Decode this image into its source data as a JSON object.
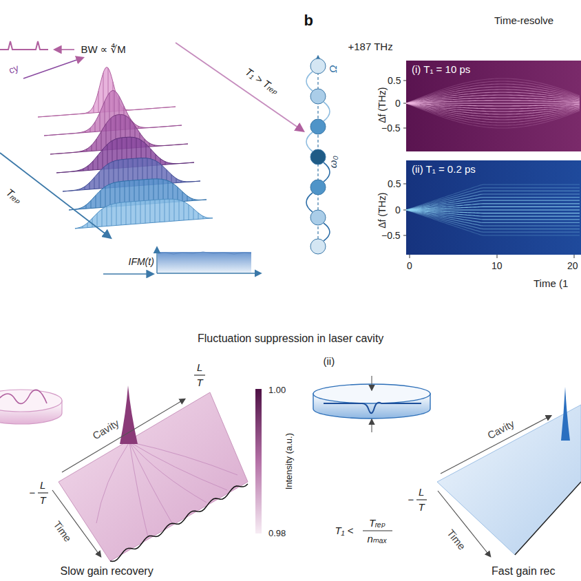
{
  "diagram": {
    "nodes": [
      {
        "text": [
          "(i) T₁ = 10 ps"
        ]
      },
      {
        "text": [
          "(ii) T₁ = 0.2 ps"
        ]
      }
    ],
    "labels": [
      "cy",
      "BW ∝ ∜M",
      "T₁ > Tᵣₑₚ",
      "Tᵣₑₚ",
      "IFM(t)",
      "b",
      "Time-resolve",
      "+187 THz",
      "Ω",
      "ω₀",
      "Δf (THz)",
      "0.5",
      "0",
      "−0.5",
      "Δf (THz)",
      "0.5",
      "0",
      "−0.5",
      "0",
      "10",
      "20",
      "Time (1",
      "Fluctuation suppression in laser cavity",
      "L",
      "T",
      "−",
      "L",
      "T",
      "Cavity",
      "Time",
      "1.00",
      "Intensity (a.u.)",
      "0.98",
      "Slow gain recovery",
      "(ii)",
      "T₁ <",
      "Tᵣₑₚ",
      "nₘₐₓ",
      "−",
      "L",
      "T",
      "Cavity",
      "Time",
      "Fast gain rec"
    ]
  }
}
